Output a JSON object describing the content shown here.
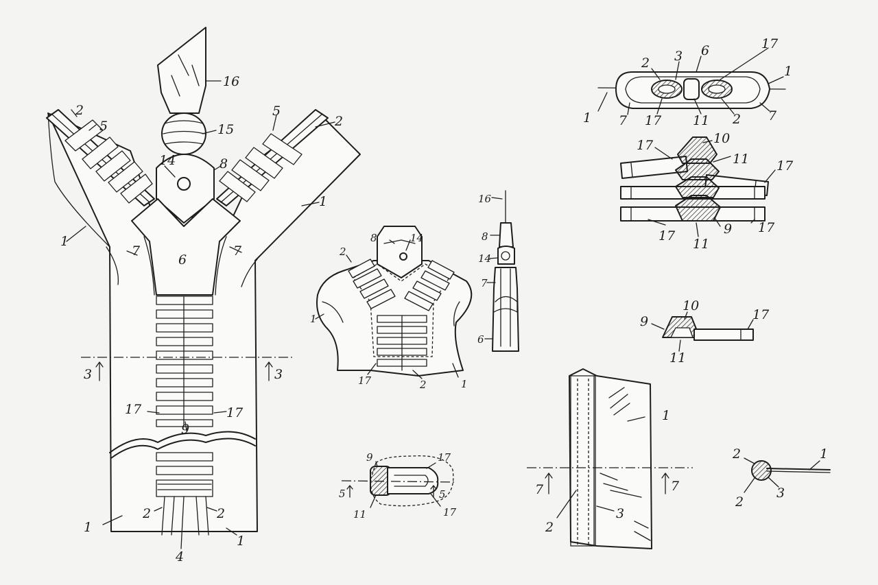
{
  "colors": {
    "ink": "#1d1d1d",
    "paper": "#f4f4f2"
  },
  "labels": {
    "fig1": {
      "n16": "16",
      "n15": "15",
      "n14": "14",
      "n8": "8",
      "n6": "6",
      "n5a": "5",
      "n5b": "5",
      "n2a": "2",
      "n2b": "2",
      "n1a": "1",
      "n1b": "1",
      "n1c": "1",
      "n1d": "1",
      "n7a": "7",
      "n7b": "7",
      "n17a": "17",
      "n17b": "17",
      "n9": "9",
      "n2c": "2",
      "n2d": "2",
      "n4": "4",
      "sec3a": "3",
      "sec3b": "3"
    },
    "fig2": {
      "n8": "8",
      "n14": "14",
      "n2": "2",
      "n1a": "1",
      "n1b": "1",
      "n17": "17",
      "n2b": "2"
    },
    "fig3": {
      "n16": "16",
      "n8": "8",
      "n14": "14",
      "n7": "7",
      "n6": "6"
    },
    "fig4": {
      "n2a": "2",
      "n3": "3",
      "n6": "6",
      "n17a": "17",
      "n1a": "1",
      "n1b": "1",
      "n7a": "7",
      "n17b": "17",
      "n11": "11",
      "n2b": "2",
      "n7b": "7"
    },
    "fig5": {
      "n17a": "17",
      "n10": "10",
      "n11a": "11",
      "n17b": "17",
      "n17c": "17",
      "n9": "9",
      "n17d": "17",
      "n11b": "11"
    },
    "fig6": {
      "n9": "9",
      "n10": "10",
      "n17": "17",
      "n11": "11"
    },
    "fig7": {
      "n9": "9",
      "n17a": "17",
      "sec5a": "5",
      "sec5b": "5",
      "n11": "11",
      "n17b": "17"
    },
    "fig8": {
      "n1": "1",
      "sec7a": "7",
      "sec7b": "7",
      "n2": "2",
      "n3": "3"
    },
    "fig9": {
      "n2a": "2",
      "n1": "1",
      "n2b": "2",
      "n3": "3"
    }
  }
}
